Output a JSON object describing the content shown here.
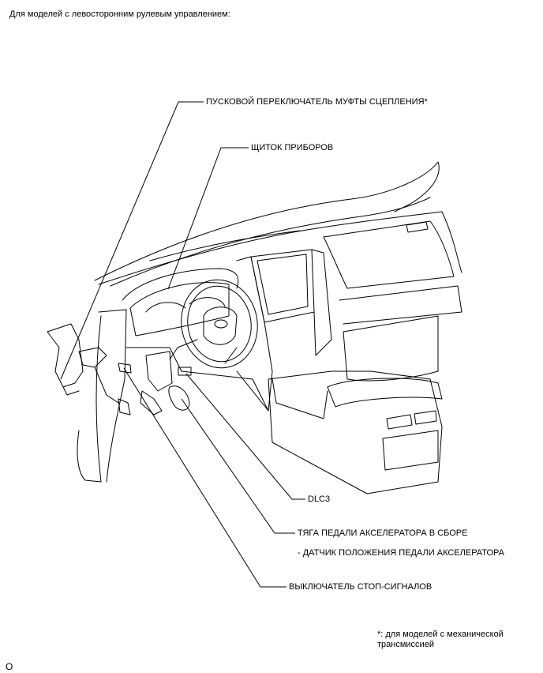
{
  "header": "Для моделей с левосторонним рулевым управлением:",
  "labels": {
    "clutch_switch": "ПУСКОВОЙ ПЕРЕКЛЮЧАТЕЛЬ МУФТЫ СЦЕПЛЕНИЯ*",
    "instrument_cluster": "ЩИТОК ПРИБОРОВ",
    "dlc3": "DLC3",
    "accel_pedal_rod": "ТЯГА ПЕДАЛИ АКСЕЛЕРАТОРА В СБОРЕ",
    "accel_pedal_sensor": "- ДАТЧИК ПОЛОЖЕНИЯ ПЕДАЛИ АКСЕЛЕРАТОРА",
    "stop_light_switch": "ВЫКЛЮЧАТЕЛЬ СТОП-СИГНАЛОВ"
  },
  "footnote": "*: для моделей с механической трансмиссией",
  "figure_code": "O"
}
